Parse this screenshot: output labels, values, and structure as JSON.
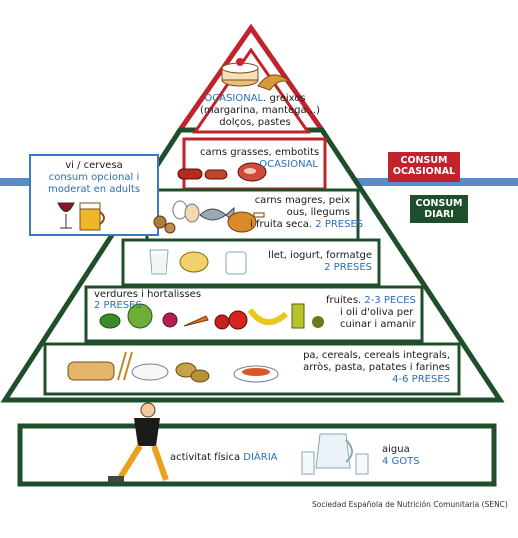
{
  "colors": {
    "red": "#c0232b",
    "green": "#1f4f2a",
    "blue_band": "#3a78bf",
    "blue_text": "#2a6fb5"
  },
  "tiers": [
    {
      "lines": [
        {
          "parts": [
            {
              "text": "OCASIONAL",
              "color": "blue"
            },
            {
              "text": ". greixos",
              "color": "black"
            }
          ]
        },
        {
          "text": "(margarina, mantega...)"
        },
        {
          "text": "dolços, pastes"
        }
      ],
      "icons": [
        "pastry-icon",
        "croissant-icon"
      ]
    },
    {
      "lines": [
        {
          "text": "carns grasses, embotits"
        },
        {
          "text": "OCASIONAL",
          "color": "blue"
        }
      ],
      "icons": [
        "sausage-icon",
        "steak-icon"
      ]
    },
    {
      "lines": [
        {
          "text": "carns magres, peix"
        },
        {
          "text": "ous, llegums"
        },
        {
          "parts": [
            {
              "text": "i fruita seca. ",
              "color": "black"
            },
            {
              "text": "2 PRESES",
              "color": "blue"
            }
          ]
        }
      ],
      "icons": [
        "nuts-icon",
        "eggs-icon",
        "fish-icon",
        "chicken-icon"
      ]
    },
    {
      "lines": [
        {
          "text": "llet, iogurt, formatge"
        },
        {
          "text": "2 PRESES",
          "color": "blue"
        }
      ],
      "icons": [
        "milk-glass-icon",
        "cheese-icon",
        "yogurt-icon"
      ]
    },
    {
      "left_lines": [
        {
          "text": "verdures i hortalisses"
        },
        {
          "text": "2 PRESES",
          "color": "blue"
        }
      ],
      "right_lines": [
        {
          "parts": [
            {
              "text": "fruites. ",
              "color": "black"
            },
            {
              "text": "2-3 PECES",
              "color": "blue"
            }
          ]
        },
        {
          "text": "i oli d'oliva per"
        },
        {
          "text": "cuinar i amanir"
        }
      ],
      "icons": [
        "vegetables-icon",
        "fruits-icon",
        "olive-oil-icon"
      ]
    },
    {
      "lines": [
        {
          "text": "pa, cereals, cereals integrals,"
        },
        {
          "text": "arròs, pasta, patates i farines"
        },
        {
          "text": "4-6 PRESES",
          "color": "blue"
        }
      ],
      "icons": [
        "bread-icon",
        "rice-icon",
        "potatoes-icon",
        "pasta-icon"
      ]
    }
  ],
  "wine_box": {
    "title": "vi / cervesa",
    "line1": "consum opcional i",
    "line2": "moderat en adults"
  },
  "labels": {
    "occasional": [
      "CONSUM",
      "OCASIONAL"
    ],
    "daily": [
      "CONSUM",
      "DIARI"
    ]
  },
  "activity": {
    "text": "activitat física ",
    "highlight": "DIÀRIA"
  },
  "water": {
    "title": "aigua",
    "amount": "4 GOTS"
  },
  "credit": "Sociedad Española de Nutrición Comunitaria (SENC)"
}
